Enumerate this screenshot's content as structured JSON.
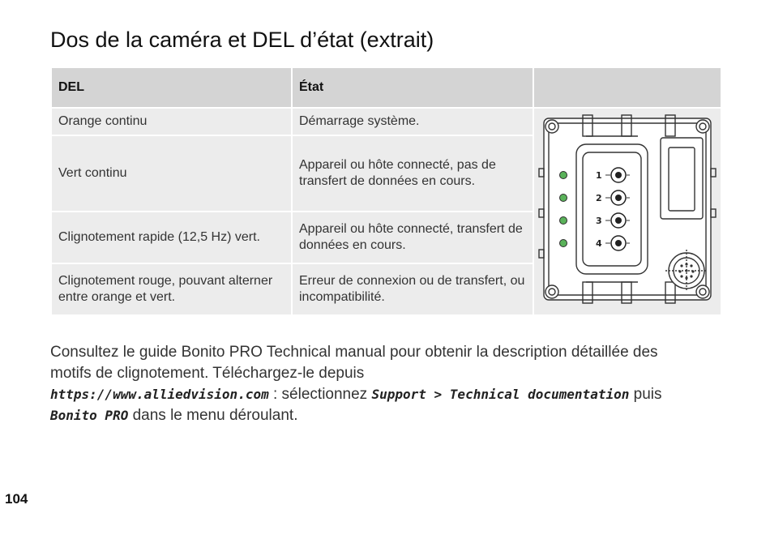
{
  "title": "Dos de la caméra et DEL d’état (extrait)",
  "table": {
    "headers": [
      "DEL",
      "État",
      ""
    ],
    "rows": [
      {
        "led": "Orange continu",
        "state": "Démarrage système."
      },
      {
        "led": "Vert continu",
        "state": "Appareil ou hôte connecté, pas de transfert de données en cours."
      },
      {
        "led": "Clignotement rapide (12,5 Hz) vert.",
        "state": "Appareil ou hôte connecté, transfert de données en cours."
      },
      {
        "led": "Clignotement rouge, pouvant alterner entre orange et vert.",
        "state": "Erreur de connexion ou de transfert, ou incompatibilité."
      }
    ]
  },
  "diagram": {
    "port_labels": [
      "1",
      "2",
      "3",
      "4"
    ],
    "led_color": "#5ab25a"
  },
  "note": {
    "text1": "Consultez le guide Bonito PRO Technical manual pour obtenir la description détaillée des motifs de clignotement. Téléchargez-le depuis",
    "url": "https://www.alliedvision.com",
    "text2": " : sélectionnez ",
    "menu_path": "Support > Technical documentation",
    "text3": " puis ",
    "product": "Bonito PRO",
    "text4": "  dans le menu déroulant."
  },
  "page_number": "104"
}
